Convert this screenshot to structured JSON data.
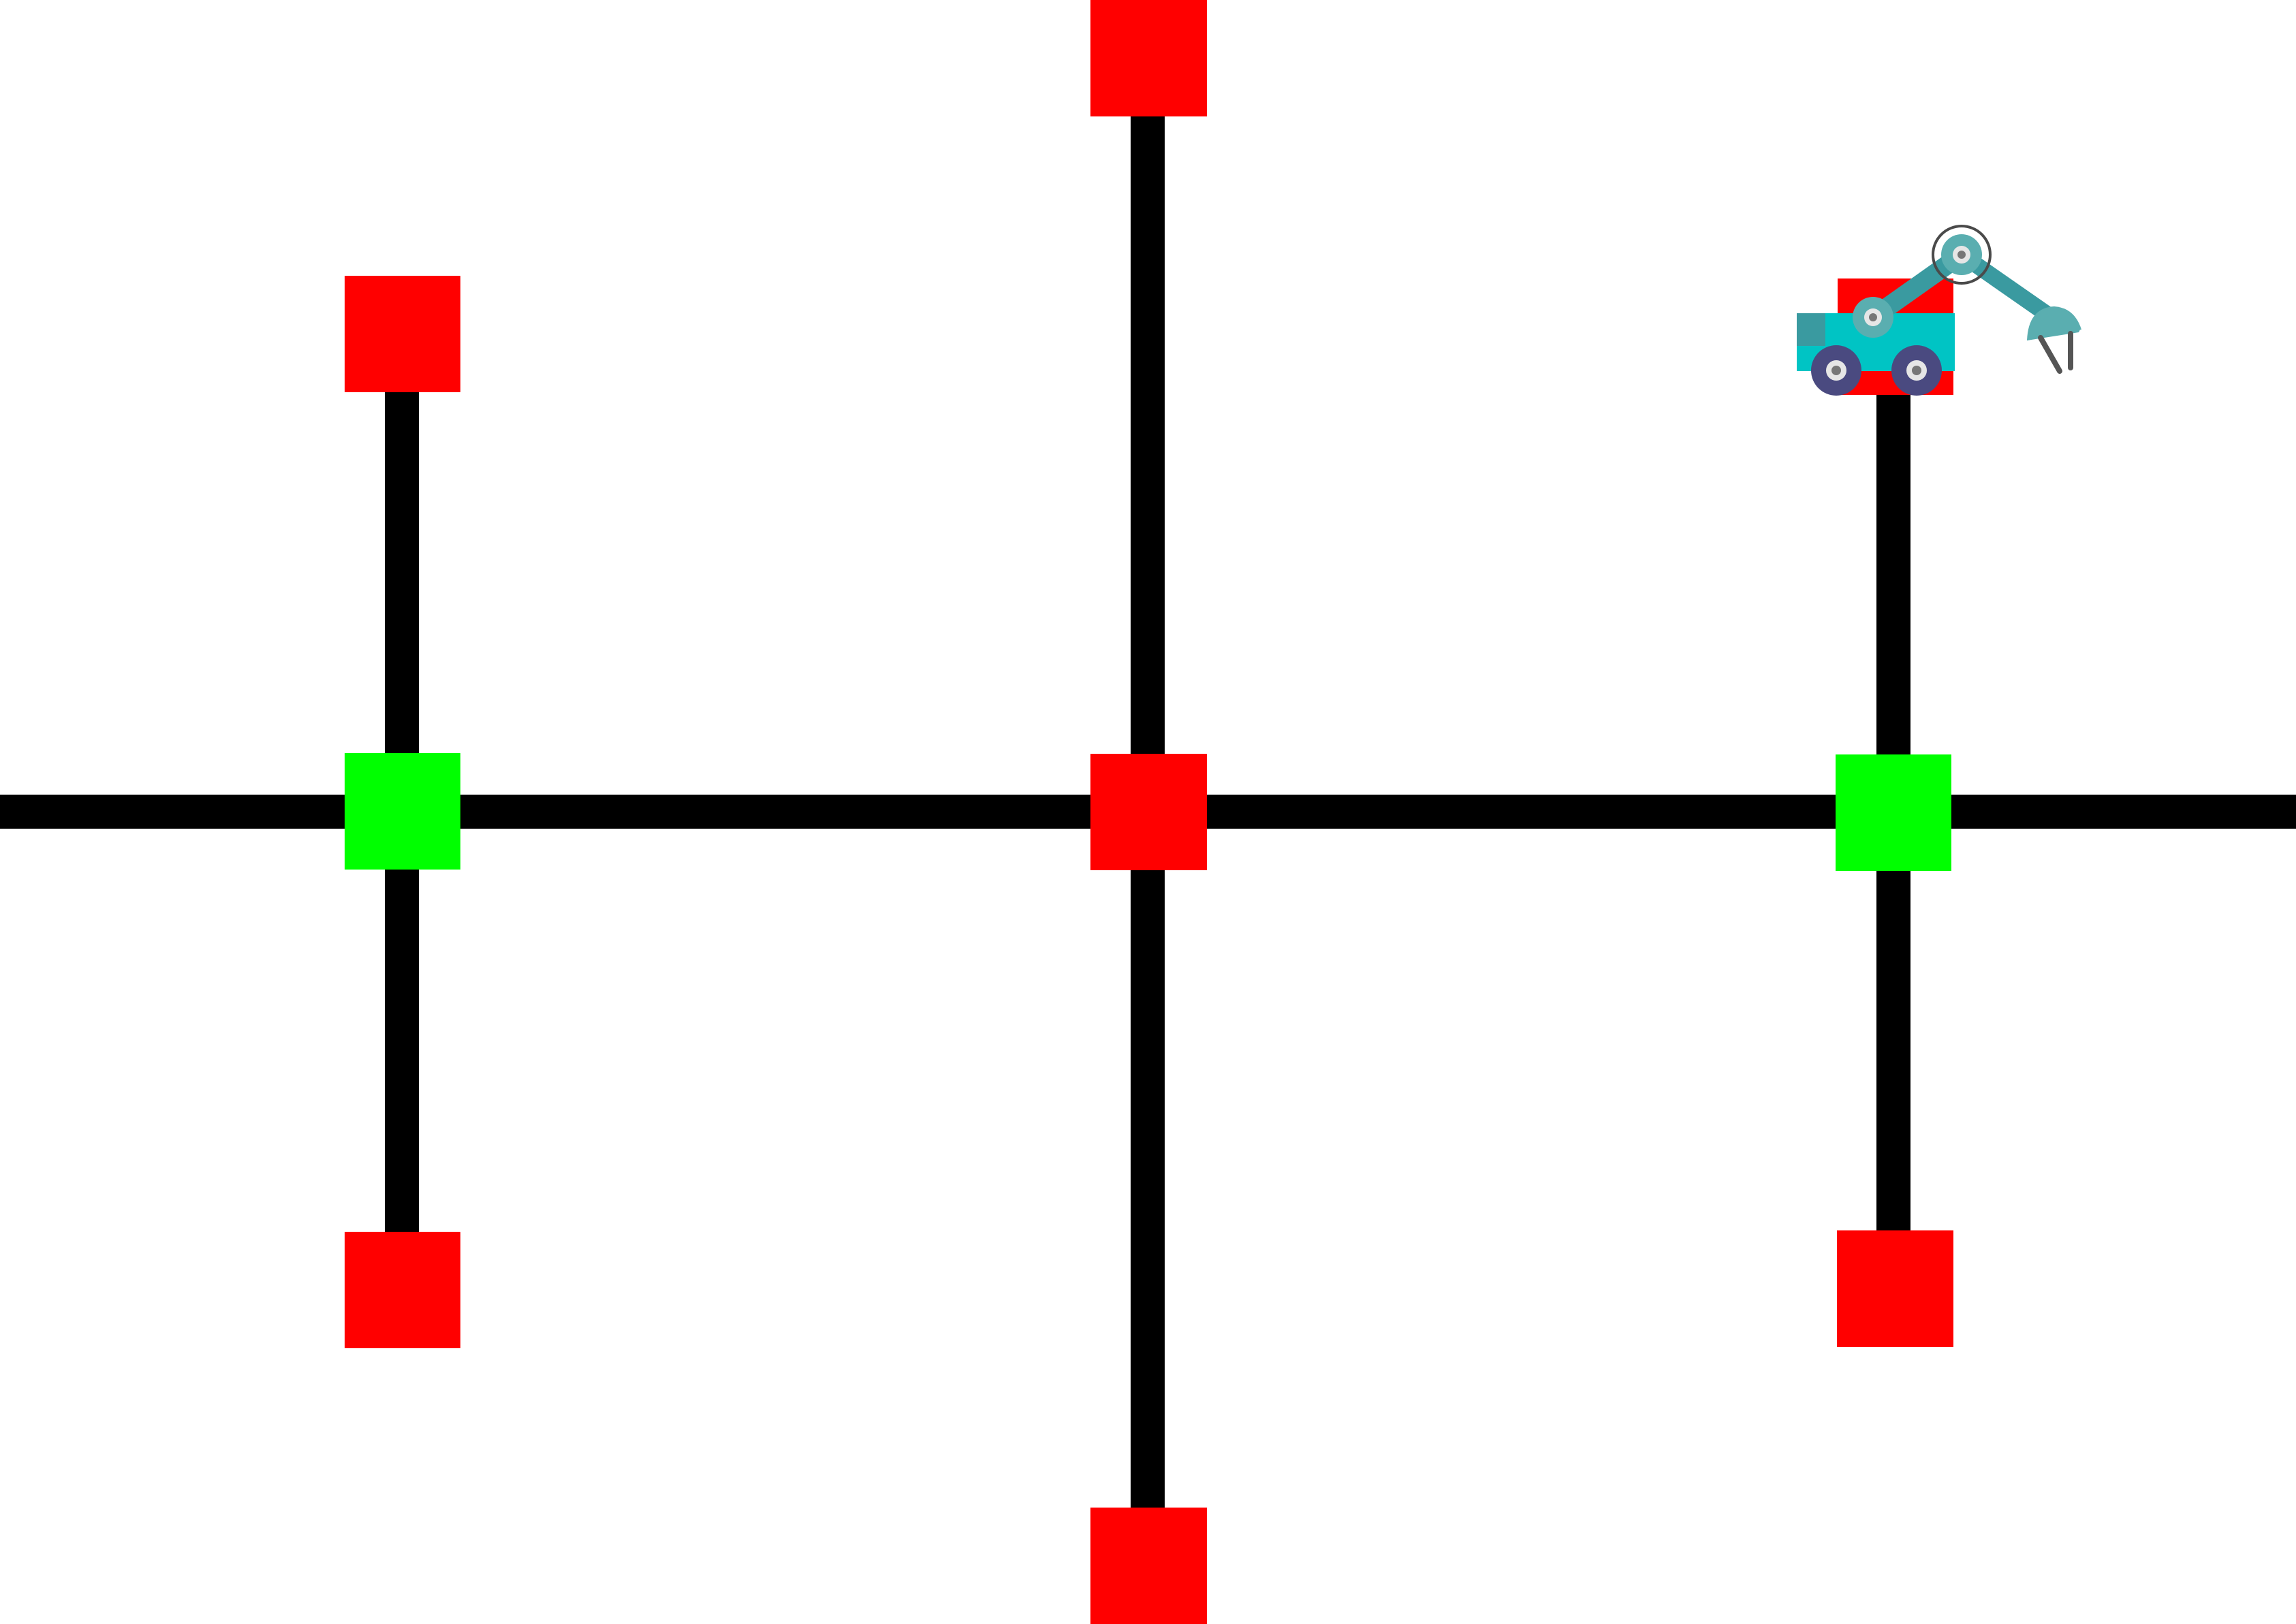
{
  "colors": {
    "background": "#ffffff",
    "track": "#000000",
    "node_inactive": "#ff0000",
    "node_active": "#00ff00",
    "robot_body": "#00c4c4",
    "robot_arm": "#3a9aa0",
    "robot_wheel": "#4a4a80"
  },
  "nodes": [
    {
      "id": "left-top",
      "state": "inactive"
    },
    {
      "id": "left-center",
      "state": "active"
    },
    {
      "id": "left-bottom",
      "state": "inactive"
    },
    {
      "id": "middle-top",
      "state": "inactive"
    },
    {
      "id": "middle-center",
      "state": "inactive"
    },
    {
      "id": "middle-bottom",
      "state": "inactive"
    },
    {
      "id": "right-top",
      "state": "inactive"
    },
    {
      "id": "right-center",
      "state": "active"
    },
    {
      "id": "right-bottom",
      "state": "inactive"
    }
  ],
  "robot": {
    "icon": "robot-arm-vehicle-icon",
    "at_node": "right-top"
  }
}
